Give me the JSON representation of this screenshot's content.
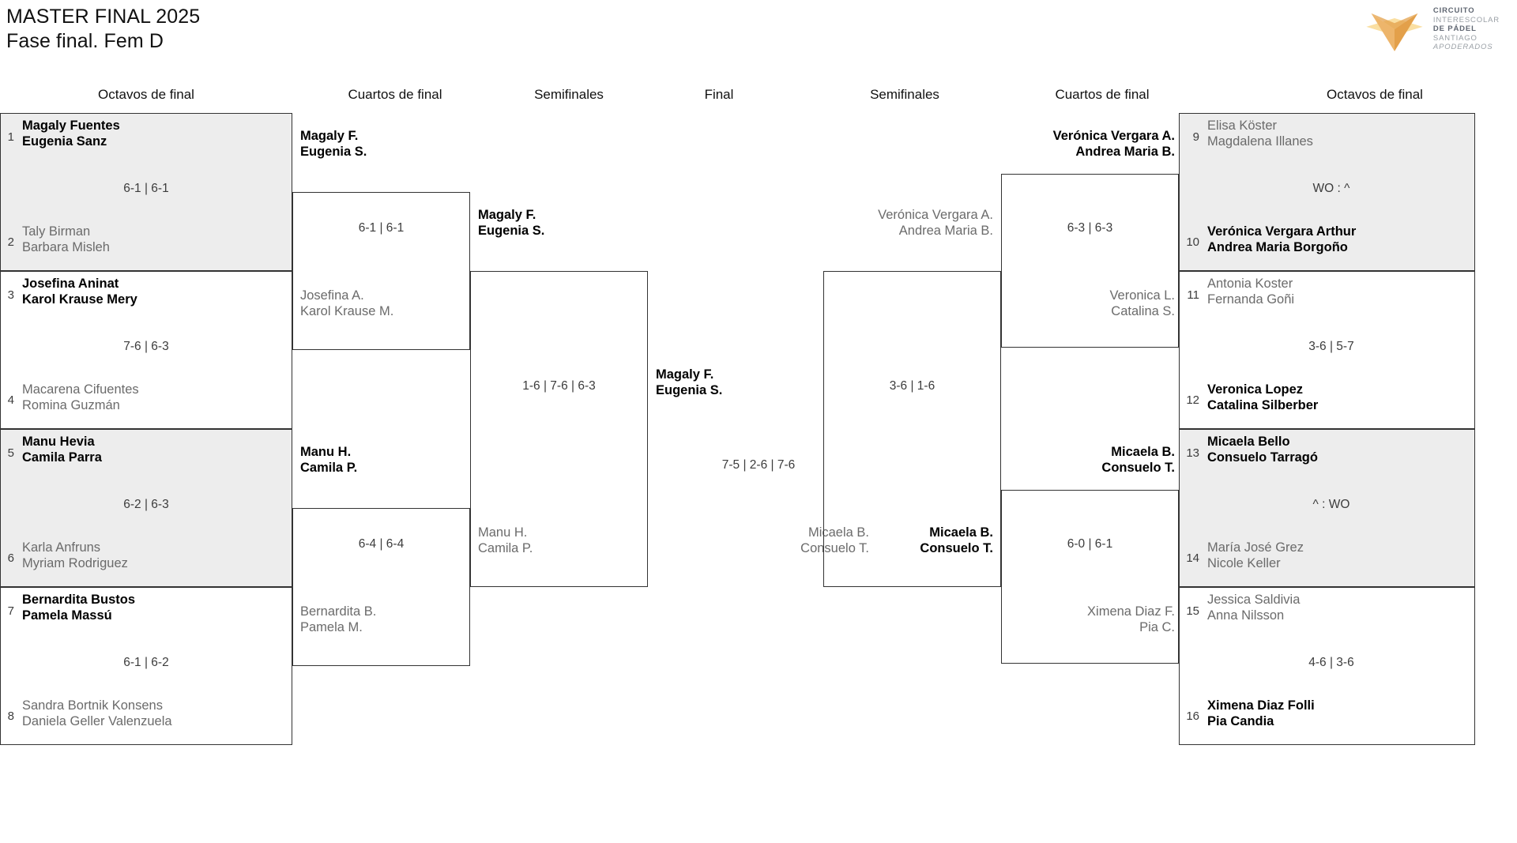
{
  "header": {
    "title_line1": "MASTER FINAL 2025",
    "title_line2": "Fase final. Fem D",
    "logo": {
      "line1": "CIRCUITO",
      "line2": "INTERESCOLAR",
      "line3": "DE PÁDEL",
      "line4": "SANTIAGO",
      "line5": "APODERADOS",
      "color_dark": "#E3A04A",
      "color_mid": "#EDB56B",
      "color_light": "#FADFA2"
    }
  },
  "round_headers": [
    {
      "label": "Octavos de final"
    },
    {
      "label": "Cuartos de final"
    },
    {
      "label": "Semifinales"
    },
    {
      "label": "Final"
    },
    {
      "label": "Semifinales"
    },
    {
      "label": "Cuartos de final"
    },
    {
      "label": "Octavos de final"
    }
  ],
  "left": {
    "r16": [
      {
        "seed": "1",
        "p1": "Magaly Fuentes",
        "p2": "Eugenia Sanz",
        "winner": true
      },
      {
        "seed": "2",
        "p1": "Taly Birman",
        "p2": "Barbara Misleh",
        "winner": false
      },
      {
        "seed": "3",
        "p1": "Josefina Aninat",
        "p2": "Karol Krause Mery",
        "winner": true
      },
      {
        "seed": "4",
        "p1": "Macarena Cifuentes",
        "p2": "Romina Guzmán",
        "winner": false
      },
      {
        "seed": "5",
        "p1": "Manu Hevia",
        "p2": "Camila Parra",
        "winner": true
      },
      {
        "seed": "6",
        "p1": "Karla Anfruns",
        "p2": "Myriam Rodriguez",
        "winner": false
      },
      {
        "seed": "7",
        "p1": "Bernardita Bustos",
        "p2": "Pamela Massú",
        "winner": true
      },
      {
        "seed": "8",
        "p1": "Sandra Bortnik Konsens",
        "p2": "Daniela Geller Valenzuela",
        "winner": false
      }
    ],
    "r16_scores": [
      "6-1 | 6-1",
      "7-6 | 6-3",
      "6-2 | 6-3",
      "6-1 | 6-2"
    ],
    "qf": [
      {
        "p1": "Magaly F.",
        "p2": "Eugenia S.",
        "winner": true
      },
      {
        "p1": "Josefina A.",
        "p2": "Karol Krause M.",
        "winner": false
      },
      {
        "p1": "Manu H.",
        "p2": "Camila P.",
        "winner": true
      },
      {
        "p1": "Bernardita B.",
        "p2": "Pamela M.",
        "winner": false
      }
    ],
    "qf_scores": [
      "6-1 | 6-1",
      "6-4 | 6-4"
    ],
    "sf": [
      {
        "p1": "Magaly F.",
        "p2": "Eugenia S.",
        "winner": true
      },
      {
        "p1": "Manu H.",
        "p2": "Camila P.",
        "winner": false
      }
    ],
    "sf_scores": [
      "1-6 | 7-6 | 6-3"
    ]
  },
  "final": {
    "top": {
      "p1": "Magaly F.",
      "p2": "Eugenia S.",
      "winner": true
    },
    "bottom": {
      "p1": "Micaela B.",
      "p2": "Consuelo T.",
      "winner": false
    },
    "score": "7-5 | 2-6 | 7-6"
  },
  "right": {
    "r16": [
      {
        "seed": "9",
        "p1": "Elisa Köster",
        "p2": "Magdalena Illanes",
        "winner": false
      },
      {
        "seed": "10",
        "p1": "Verónica Vergara Arthur",
        "p2": "Andrea Maria Borgoño",
        "winner": true
      },
      {
        "seed": "11",
        "p1": "Antonia Koster",
        "p2": "Fernanda Goñi",
        "winner": false
      },
      {
        "seed": "12",
        "p1": "Veronica Lopez",
        "p2": "Catalina Silberber",
        "winner": true
      },
      {
        "seed": "13",
        "p1": "Micaela Bello",
        "p2": "Consuelo Tarragó",
        "winner": true
      },
      {
        "seed": "14",
        "p1": "María José Grez",
        "p2": "Nicole Keller",
        "winner": false
      },
      {
        "seed": "15",
        "p1": "Jessica Saldivia",
        "p2": "Anna Nilsson",
        "winner": false
      },
      {
        "seed": "16",
        "p1": "Ximena Diaz Folli",
        "p2": "Pia Candia",
        "winner": true
      }
    ],
    "r16_scores": [
      "WO : ^",
      "3-6 | 5-7",
      "^ : WO",
      "4-6 | 3-6"
    ],
    "qf": [
      {
        "p1": "Verónica Vergara A.",
        "p2": "Andrea Maria B.",
        "winner": true
      },
      {
        "p1": "Veronica L.",
        "p2": "Catalina S.",
        "winner": false
      },
      {
        "p1": "Micaela B.",
        "p2": "Consuelo T.",
        "winner": true
      },
      {
        "p1": "Ximena Diaz F.",
        "p2": "Pia C.",
        "winner": false
      }
    ],
    "qf_scores": [
      "6-3 | 6-3",
      "6-0 | 6-1"
    ],
    "sf": [
      {
        "p1": "Verónica Vergara A.",
        "p2": "Andrea Maria B.",
        "winner": false
      },
      {
        "p1": "Micaela B.",
        "p2": "Consuelo T.",
        "winner": true
      }
    ],
    "sf_scores": [
      "3-6 | 1-6"
    ]
  }
}
